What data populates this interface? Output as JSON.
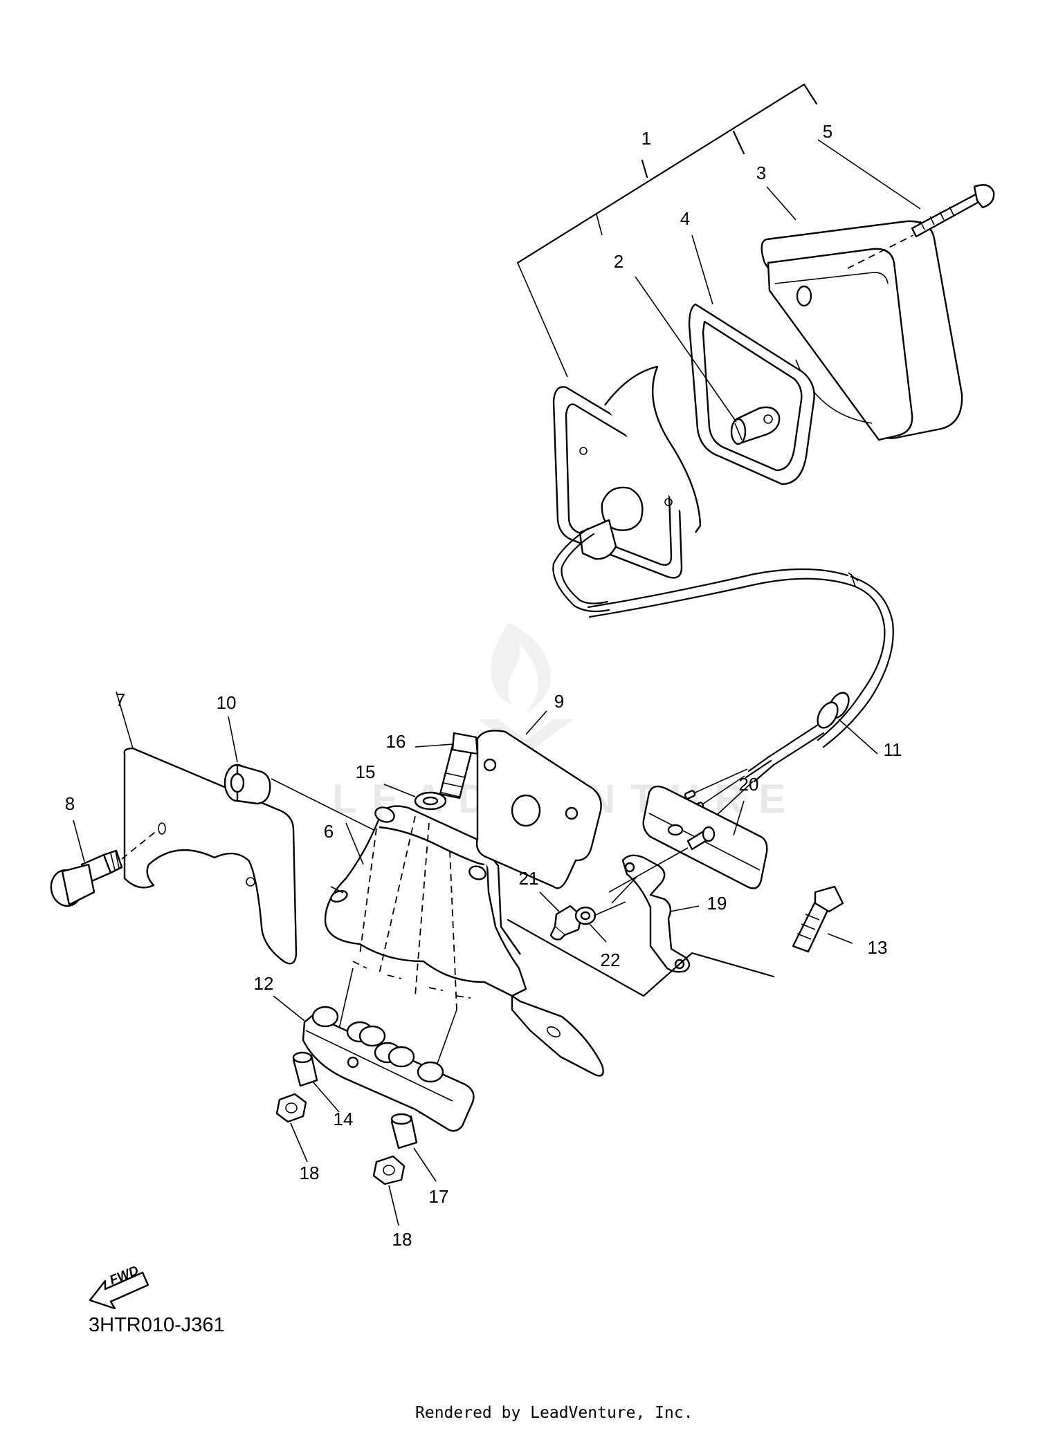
{
  "callouts": {
    "c1": "1",
    "c2": "2",
    "c3": "3",
    "c4": "4",
    "c5": "5",
    "c6": "6",
    "c7": "7",
    "c8": "8",
    "c9": "9",
    "c10": "10",
    "c11": "11",
    "c12": "12",
    "c13": "13",
    "c14": "14",
    "c15": "15",
    "c16": "16",
    "c17": "17",
    "c18a": "18",
    "c18b": "18",
    "c19": "19",
    "c20": "20",
    "c21": "21",
    "c22": "22"
  },
  "fwd_label": "FWD",
  "diagram_code": "3HTR010-J361",
  "watermark": "LEADVENTURE",
  "footer": "Rendered by LeadVenture, Inc."
}
